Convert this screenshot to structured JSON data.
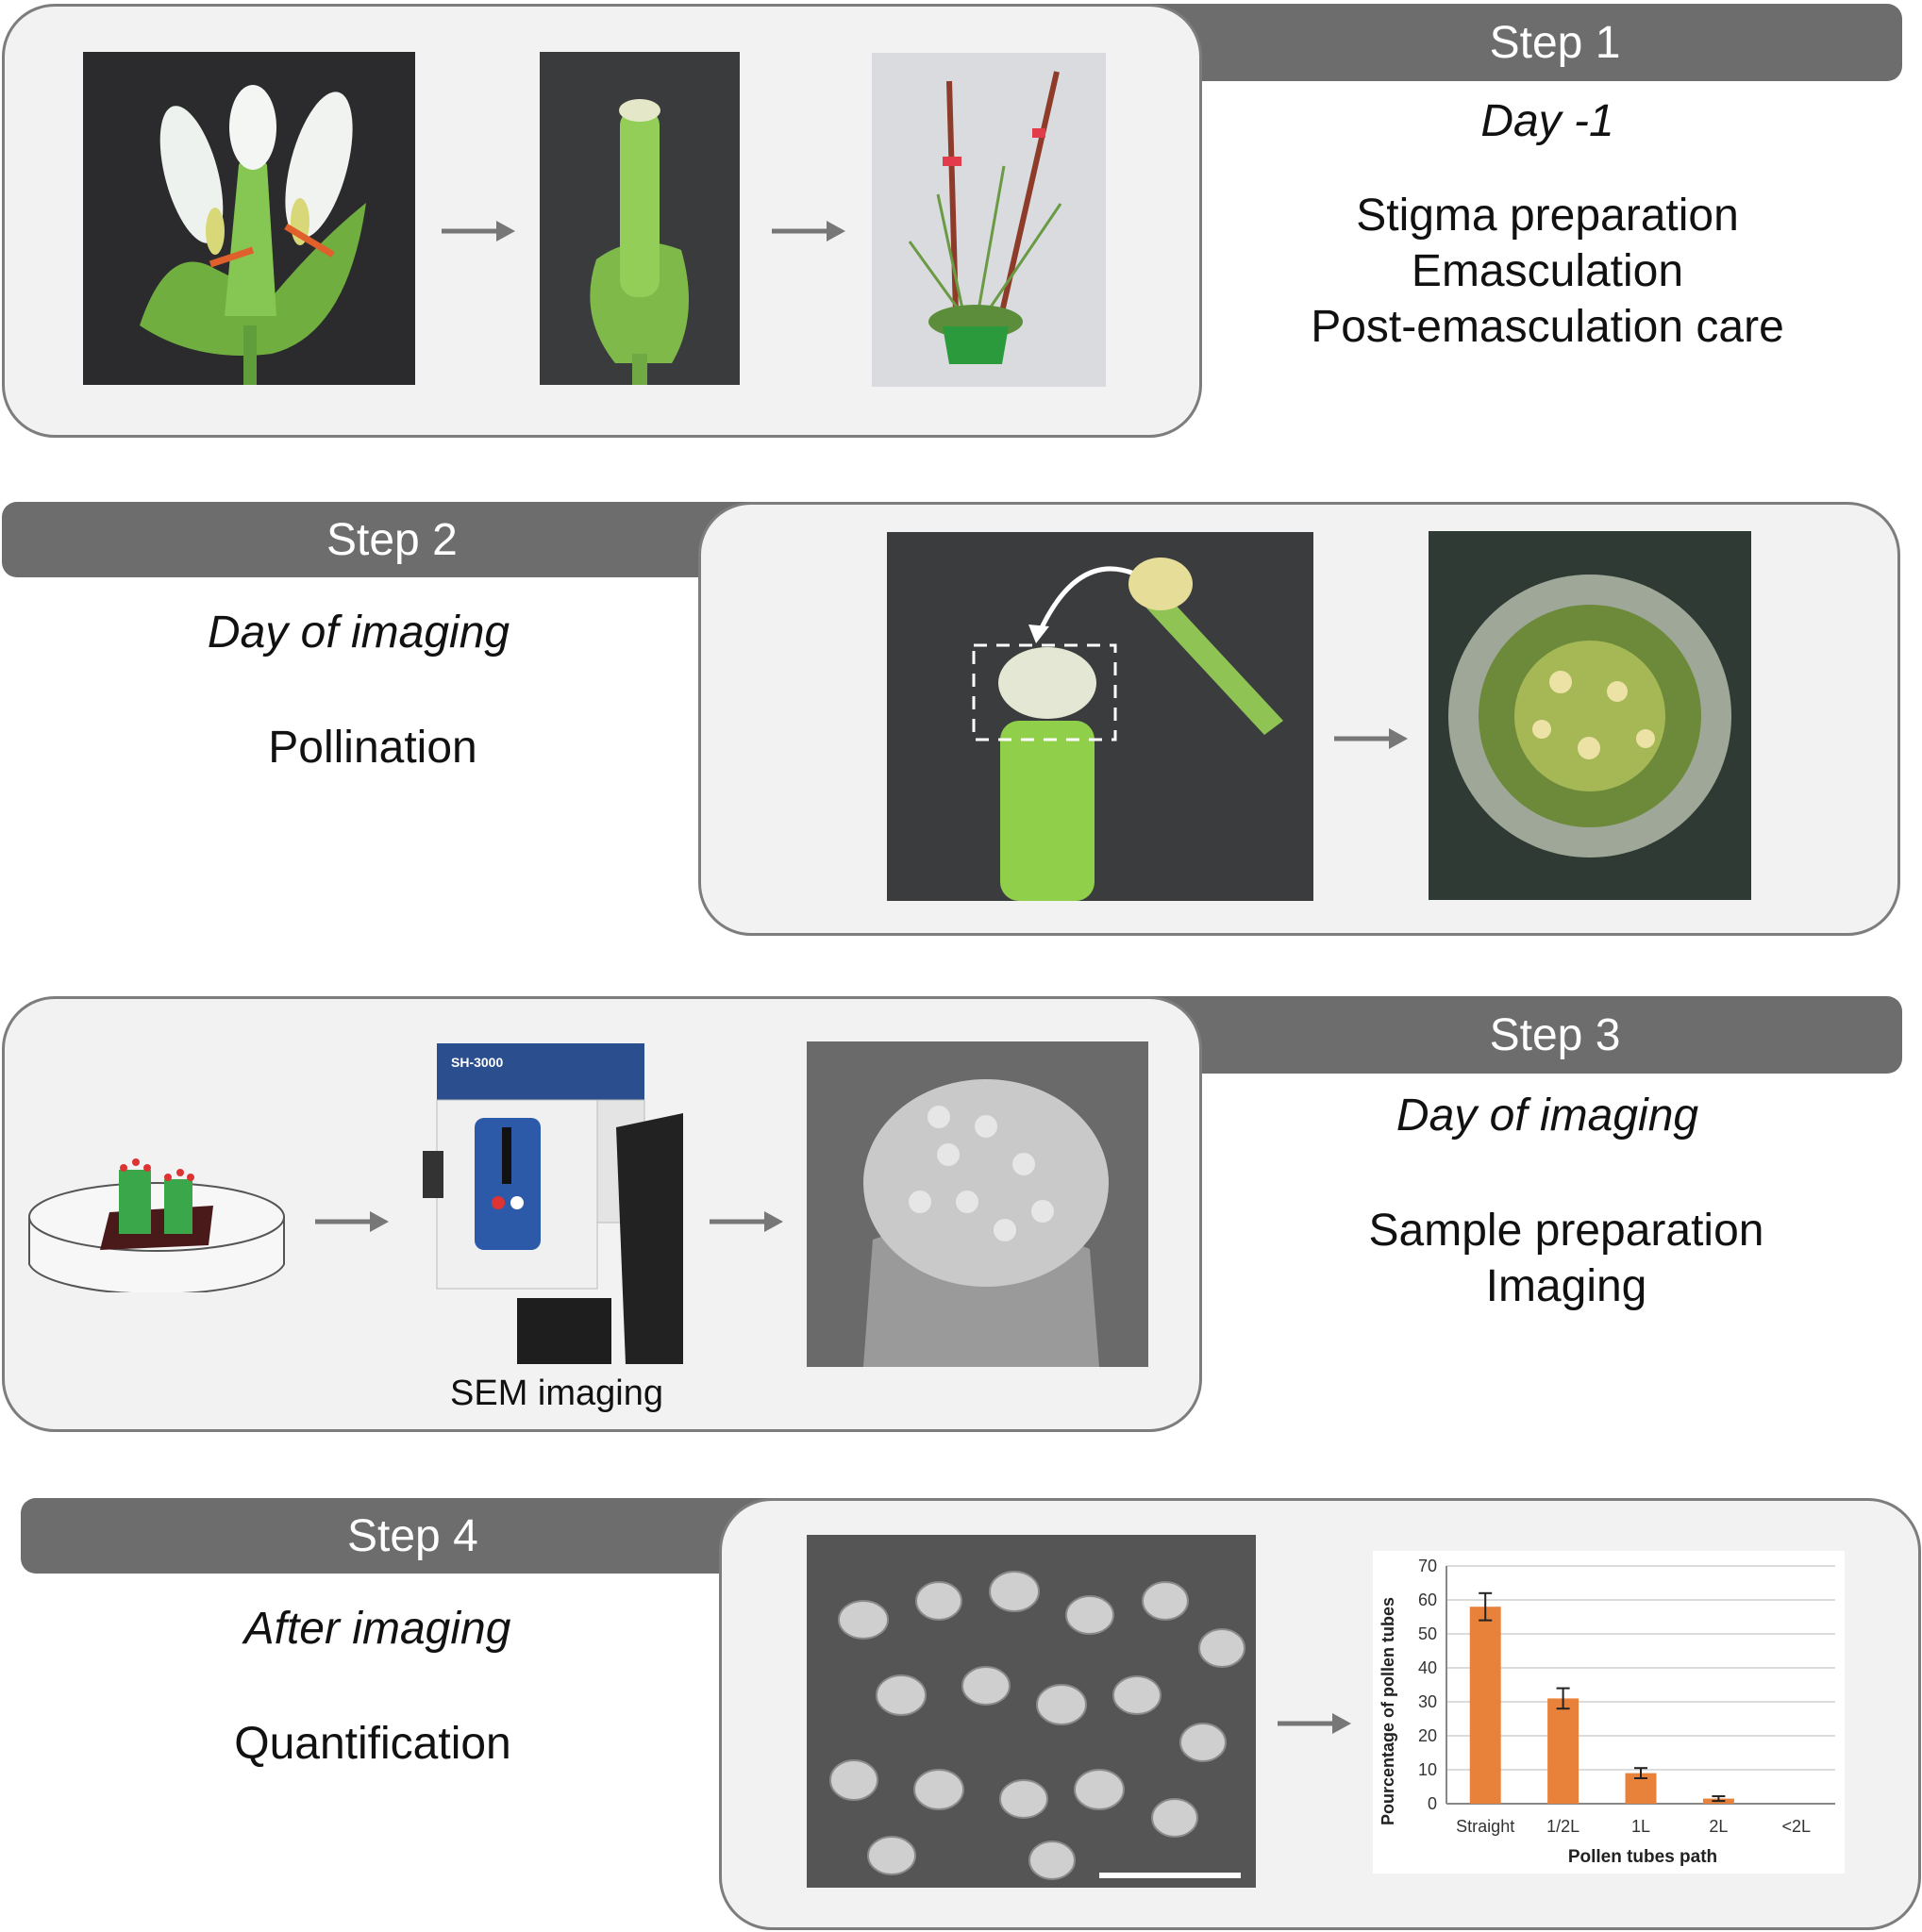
{
  "step1": {
    "title": "Step 1",
    "day": "Day -1",
    "lines": [
      "Stigma preparation",
      "Emasculation",
      "Post-emasculation care"
    ]
  },
  "step2": {
    "title": "Step 2",
    "day": "Day of imaging",
    "lines": [
      "Pollination"
    ]
  },
  "step3": {
    "title": "Step 3",
    "day": "Day of imaging",
    "lines": [
      "Sample preparation",
      "Imaging"
    ],
    "sem_label": "SEM imaging",
    "device_label": "SH-3000"
  },
  "step4": {
    "title": "Step 4",
    "day": "After imaging",
    "lines": [
      "Quantification"
    ]
  },
  "colors": {
    "bar": "#6d6d6d",
    "panel": "#f2f2f2",
    "panel_border": "#7d7d7d",
    "chart_bar": "#e8823a",
    "plant_green": "#7cc04a"
  },
  "chart_data": {
    "type": "bar",
    "categories": [
      "Straight",
      "1/2L",
      "1L",
      "2L",
      "<2L"
    ],
    "values": [
      58,
      31,
      9,
      1.5,
      0
    ],
    "errors": [
      4,
      3,
      1.5,
      0.7,
      0
    ],
    "xlabel": "Pollen tubes path",
    "ylabel": "Pourcentage of pollen tubes",
    "ylim": [
      0,
      70
    ],
    "yticks": [
      0,
      10,
      20,
      30,
      40,
      50,
      60,
      70
    ],
    "grid": true
  }
}
